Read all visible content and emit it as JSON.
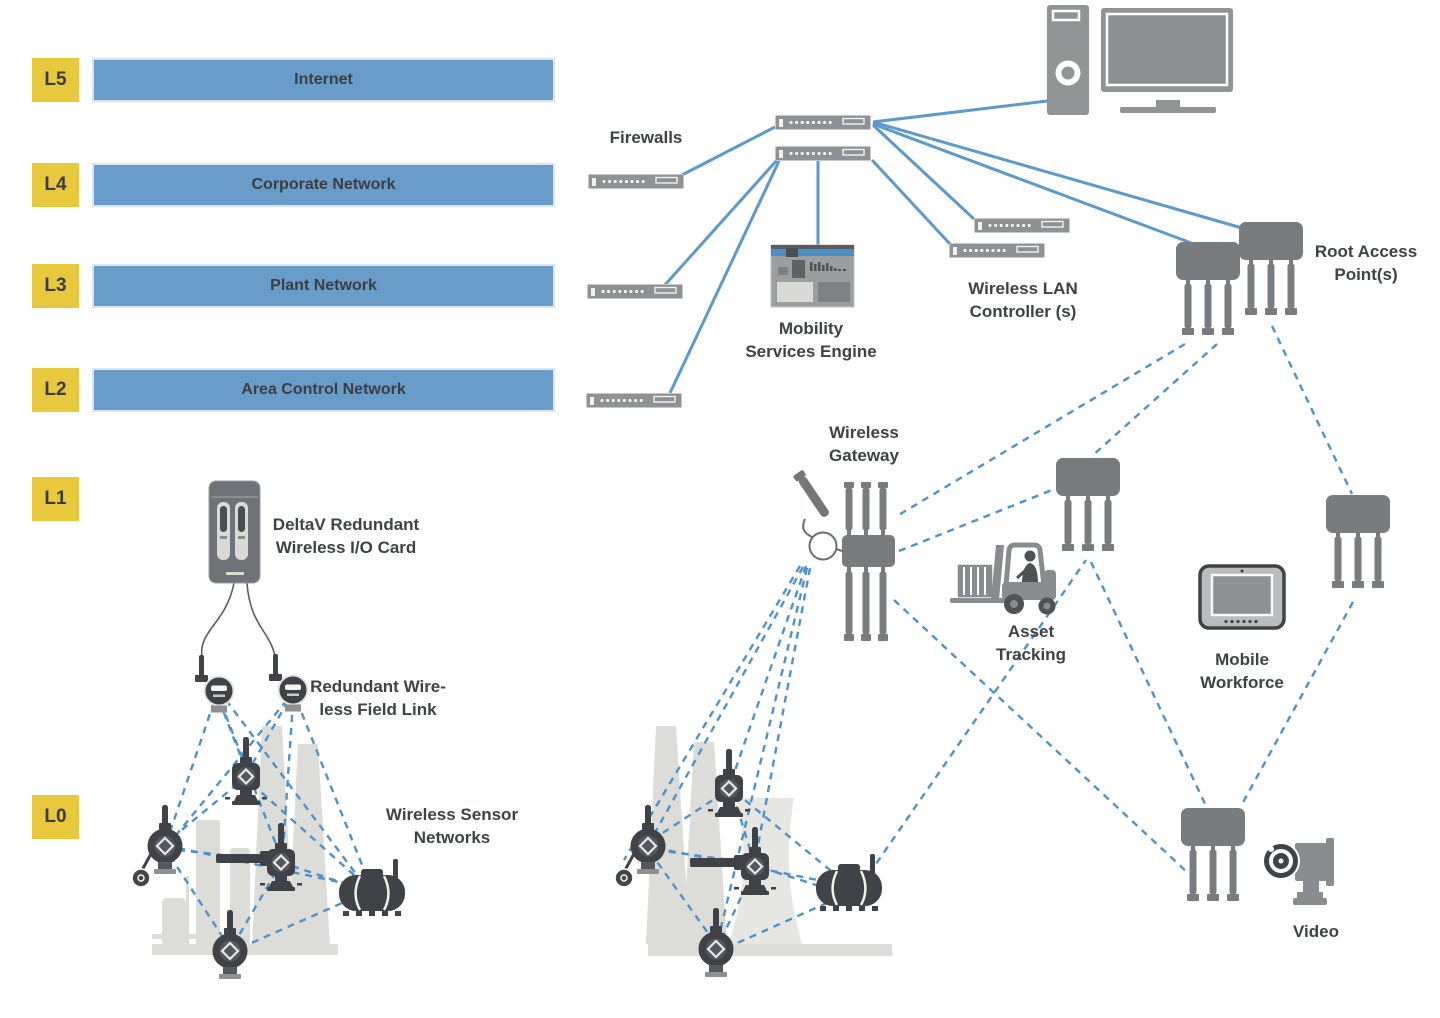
{
  "colors": {
    "level_tag_yellow": "#e8c83c",
    "network_bar_blue": "#6a9cc9",
    "solid_link_blue": "#5b9aca",
    "wireless_dash_blue": "#4e92cc",
    "device_gray": "#8f9194",
    "device_dark_gray": "#3f4347",
    "factory_silhouette_gray": "#dcdcd8",
    "label_text": "#3f4245"
  },
  "levels": [
    {
      "id": "L5",
      "label": "Internet"
    },
    {
      "id": "L4",
      "label": "Corporate Network"
    },
    {
      "id": "L3",
      "label": "Plant Network"
    },
    {
      "id": "L2",
      "label": "Area Control Network"
    },
    {
      "id": "L1",
      "label": ""
    },
    {
      "id": "L0",
      "label": ""
    }
  ],
  "labels": {
    "firewalls": "Firewalls",
    "mobility_services_engine": "Mobility\nServices Engine",
    "wireless_lan_controller": "Wireless LAN\nController (s)",
    "root_access_points": "Root Access\nPoint(s)",
    "wireless_gateway": "Wireless\nGateway",
    "deltav_card": "DeltaV Redundant\nWireless I/O Card",
    "field_link": "Redundant Wire-\nless Field Link",
    "sensor_networks": "Wireless Sensor\nNetworks",
    "asset_tracking": "Asset\nTracking",
    "mobile_workforce": "Mobile\nWorkforce",
    "video": "Video"
  }
}
